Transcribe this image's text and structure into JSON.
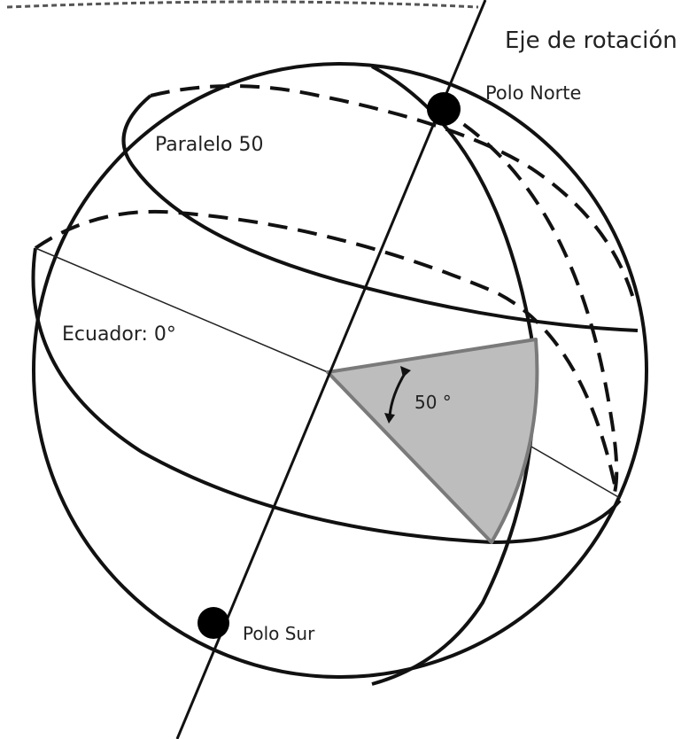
{
  "labels": {
    "axis": "Eje de rotación",
    "north_pole": "Polo Norte",
    "south_pole": "Polo Sur",
    "parallel": "Paralelo 50",
    "equator": "Ecuador: 0°",
    "angle": "50 °"
  },
  "colors": {
    "line": "#111111",
    "shaded_sector": "#bdbdbd",
    "sector_edge": "#7a7a7a",
    "background": "#ffffff"
  }
}
